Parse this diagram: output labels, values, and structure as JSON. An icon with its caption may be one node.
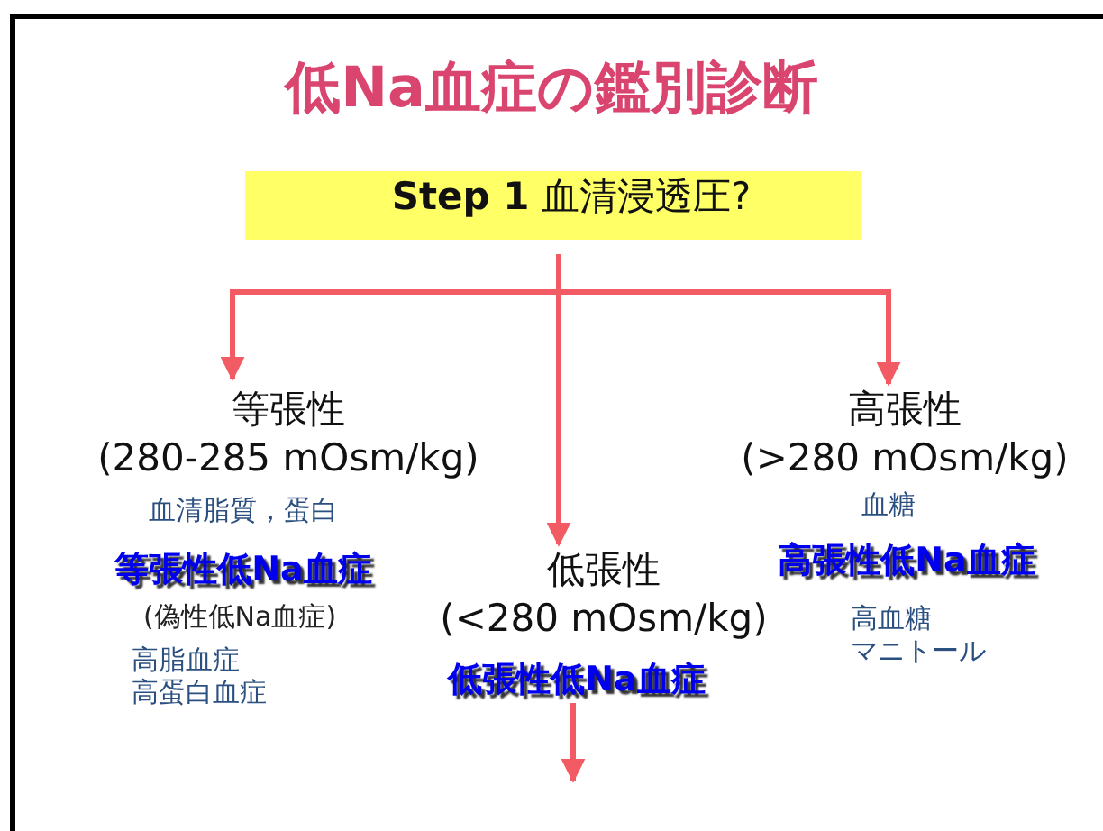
{
  "diagram": {
    "title": "低Na血症の鑑別診断",
    "nodes": [
      {
        "text": [
          "**Step 1** 血清浸透圧?"
        ]
      },
      {
        "text": [
          "等張性",
          "(280-285 mOsm/kg)"
        ],
        "beside": [
          "血清脂質，蛋白",
          "等張性低Na血症",
          "(偽性低Na血症)",
          "高脂血症",
          "高蛋白血症"
        ]
      },
      {
        "text": [
          "低張性",
          "(<280 mOsm/kg)"
        ],
        "beside": [
          "低張性低Na血症"
        ]
      },
      {
        "text": [
          "高張性",
          "(>280 mOsm/kg)"
        ],
        "beside": [
          "血糖",
          "高張性低Na血症",
          "高血糖",
          "マニトール"
        ]
      }
    ],
    "edges": [
      {
        "from": 0,
        "to": 1,
        "arrow": "to"
      },
      {
        "from": 0,
        "to": 2,
        "arrow": "to"
      },
      {
        "from": 0,
        "to": 3,
        "arrow": "to"
      },
      {
        "from": 2,
        "to": null,
        "arrow": "to"
      }
    ]
  }
}
